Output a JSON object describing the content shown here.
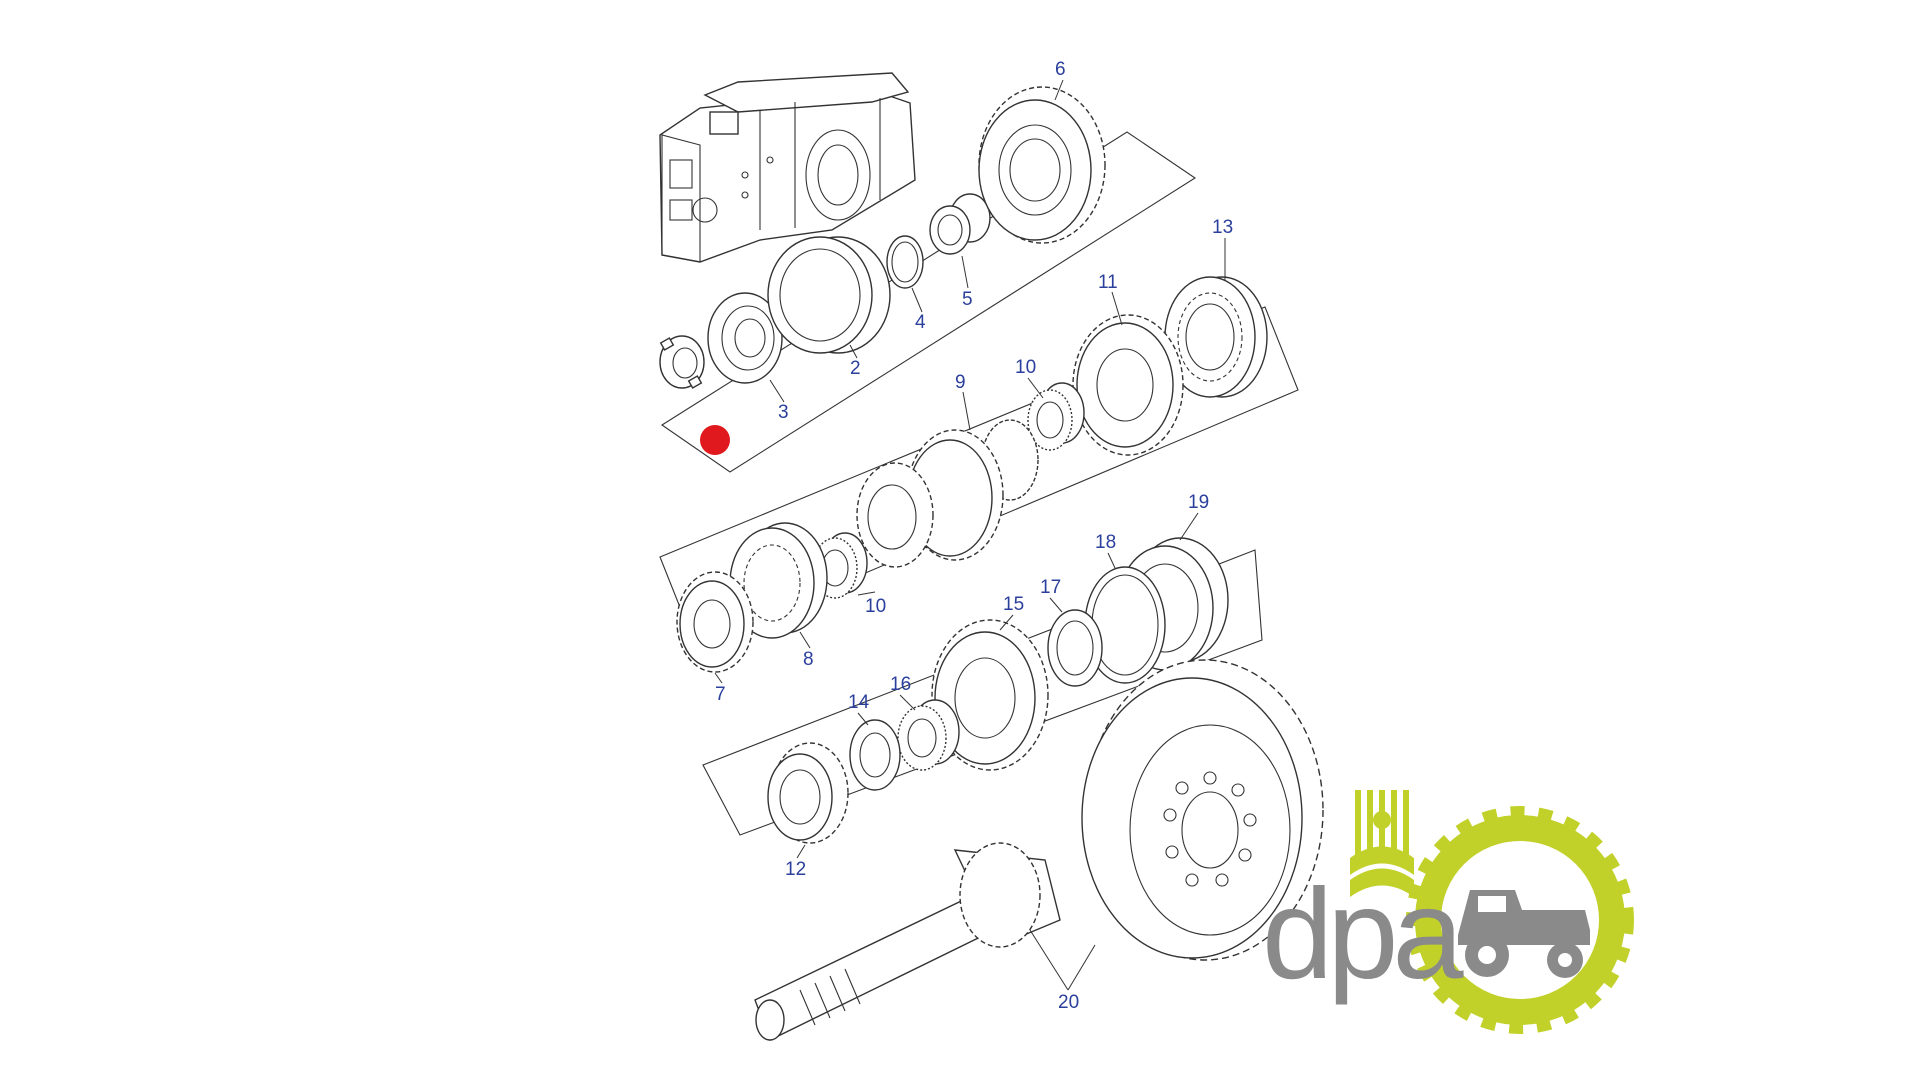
{
  "callouts": [
    {
      "id": "c1",
      "text": "6"
    },
    {
      "id": "c2",
      "text": "13"
    },
    {
      "id": "c3",
      "text": "11"
    },
    {
      "id": "c4",
      "text": "10"
    },
    {
      "id": "c5",
      "text": "9"
    },
    {
      "id": "c6",
      "text": "5"
    },
    {
      "id": "c7",
      "text": "4"
    },
    {
      "id": "c8",
      "text": "2"
    },
    {
      "id": "c9",
      "text": "3"
    },
    {
      "id": "c10",
      "text": "19"
    },
    {
      "id": "c11",
      "text": "18"
    },
    {
      "id": "c12",
      "text": "17"
    },
    {
      "id": "c13",
      "text": "15"
    },
    {
      "id": "c14",
      "text": "10"
    },
    {
      "id": "c15",
      "text": "8"
    },
    {
      "id": "c16",
      "text": "7"
    },
    {
      "id": "c17",
      "text": "16"
    },
    {
      "id": "c18",
      "text": "14"
    },
    {
      "id": "c19",
      "text": "12"
    },
    {
      "id": "c20",
      "text": "20"
    }
  ],
  "logo": {
    "text": "dpa"
  },
  "colors": {
    "callout": "#2b3f9c",
    "marker": "#e0191f",
    "logo_green": "#c2d12a",
    "logo_gray": "#8a8a8a"
  }
}
